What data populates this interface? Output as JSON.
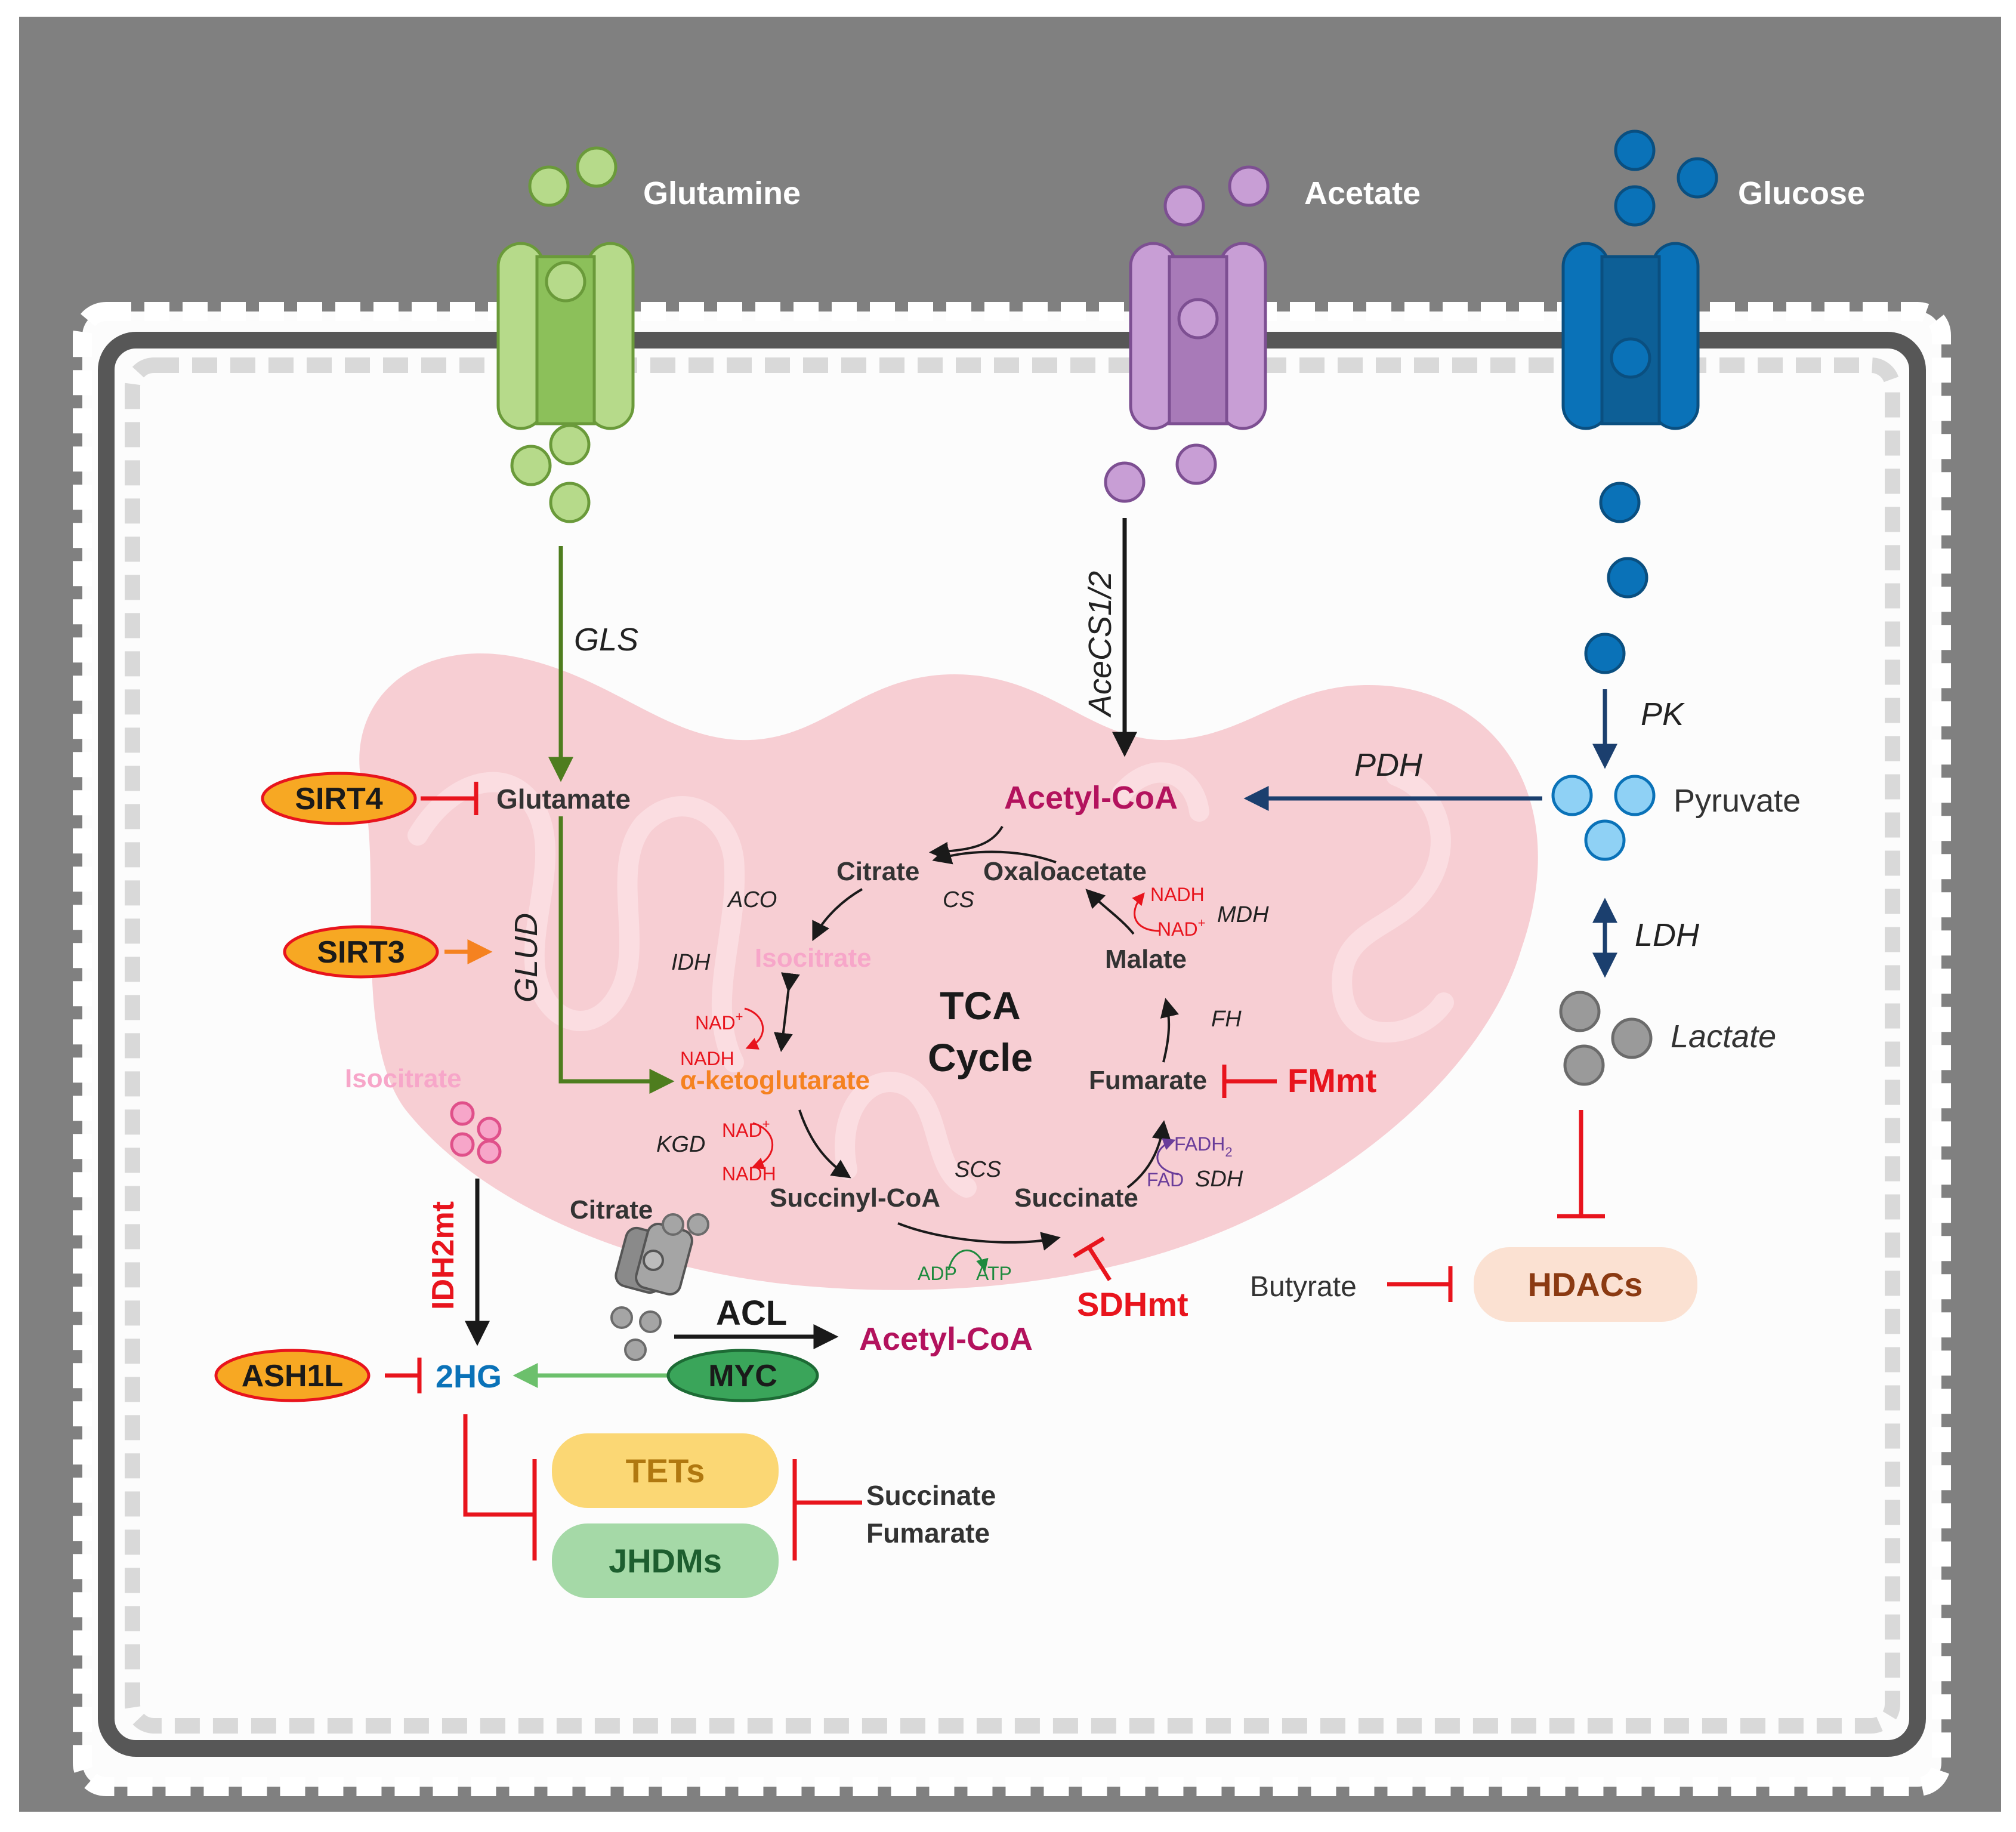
{
  "colors": {
    "outer_bg": "#808080",
    "cell_bg": "#fcfcfc",
    "membrane": "#575757",
    "mito_fill": "#f6c6cb",
    "glutamine": "#b6da8a",
    "acetate": "#c89ed5",
    "glucose": "#0a72b8",
    "pyruvate": "#8fd1f5",
    "lactate": "#9a9a9a",
    "isocitrate_pink": "#f7a6c9",
    "inhibit_red": "#e8141d",
    "activate_orange": "#f58220",
    "green_arrow": "#4e7d1e",
    "navy_arrow": "#1b3f6e",
    "acetyl_coa": "#b3125d",
    "akg_orange": "#f58220",
    "hg_blue": "#0a72b8"
  },
  "extracellular": {
    "glutamine": "Glutamine",
    "acetate": "Acetate",
    "glucose": "Glucose"
  },
  "enzymes": {
    "gls": "GLS",
    "acecs": "AceCS1/2",
    "pk": "PK",
    "pdh": "PDH",
    "ldh": "LDH",
    "glud": "GLUD",
    "aco": "ACO",
    "cs": "CS",
    "idh": "IDH",
    "mdh": "MDH",
    "fh": "FH",
    "kgd": "KGD",
    "scs": "SCS",
    "sdh": "SDH",
    "acl": "ACL"
  },
  "metabolites": {
    "glutamate": "Glutamate",
    "acetyl_coa_mito": "Acetyl-CoA",
    "pyruvate": "Pyruvate",
    "lactate": "Lactate",
    "citrate": "Citrate",
    "oxaloacetate": "Oxaloacetate",
    "isocitrate": "Isocitrate",
    "malate": "Malate",
    "akg": "α-ketoglutarate",
    "fumarate": "Fumarate",
    "succinyl_coa": "Succinyl-CoA",
    "succinate": "Succinate",
    "isocitrate_cyto": "Isocitrate",
    "citrate_cyto": "Citrate",
    "acetyl_coa_cyto": "Acetyl-CoA",
    "hg2": "2HG",
    "butyrate": "Butyrate",
    "succinate_inh": "Succinate",
    "fumarate_inh": "Fumarate"
  },
  "tca": {
    "line1": "TCA",
    "line2": "Cycle"
  },
  "cofactors": {
    "nad": "NAD",
    "nadh": "NADH",
    "plus": "+",
    "fadh": "FADH",
    "sub2": "2",
    "fad": "FAD",
    "adp": "ADP",
    "atp": "ATP"
  },
  "regulators": {
    "sirt4": "SIRT4",
    "sirt3": "SIRT3",
    "ash1l": "ASH1L",
    "myc": "MYC",
    "idh2mt": "IDH2mt",
    "fmmt": "FMmt",
    "sdhmt": "SDHmt",
    "hdacs": "HDACs",
    "tets": "TETs",
    "jhdms": "JHDMs"
  }
}
